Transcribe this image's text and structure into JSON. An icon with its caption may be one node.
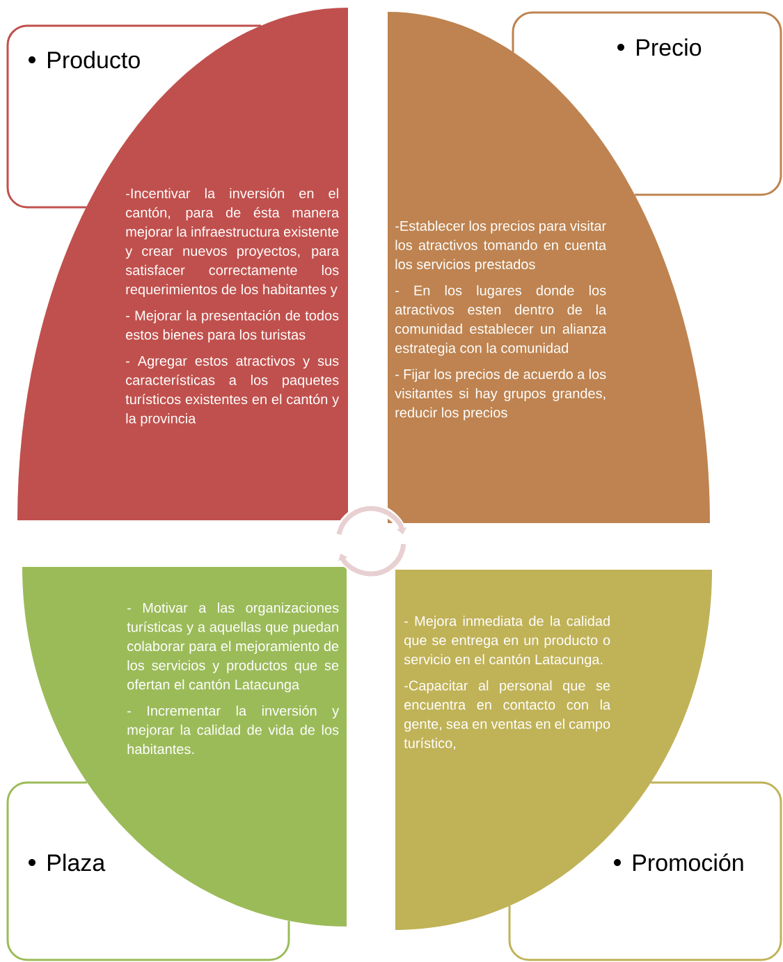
{
  "diagram": {
    "nodes": [
      {
        "text": [
          "Producto"
        ]
      },
      {
        "text": [
          "-Incentivar la inversión en el cantón, para de ésta manera mejorar la infraestructura existente y crear nuevos proyectos, para satisfacer correctamente los requerimientos de los habitantes y",
          "- Mejorar la presentación de todos estos bienes para los turistas",
          "- Agregar estos atractivos y sus características a los paquetes turísticos existentes en el cantón y la provincia"
        ]
      },
      {
        "text": [
          "Precio"
        ]
      },
      {
        "text": [
          "-Establecer los precios para visitar los atractivos tomando en cuenta los servicios prestados",
          "- En los lugares donde los atractivos esten dentro de la comunidad establecer un alianza estrategia con la comunidad",
          "- Fijar los precios de acuerdo a los visitantes si hay grupos grandes, reducir los precios"
        ]
      },
      {
        "text": [
          "Plaza"
        ]
      },
      {
        "text": [
          "- Motivar a las organizaciones turísticas y a aquellas que puedan colaborar para el mejoramiento de los servicios y productos que se ofertan el cantón Latacunga",
          "- Incrementar la inversión y mejorar la calidad de vida de los habitantes."
        ]
      },
      {
        "text": [
          "Promoción"
        ]
      },
      {
        "text": [
          "- Mejora inmediata de la calidad que se entrega en un producto o servicio en el cantón Latacunga.",
          "-Capacitar al personal que se encuentra en contacto con la gente, sea en ventas en el campo turístico,"
        ]
      }
    ]
  }
}
